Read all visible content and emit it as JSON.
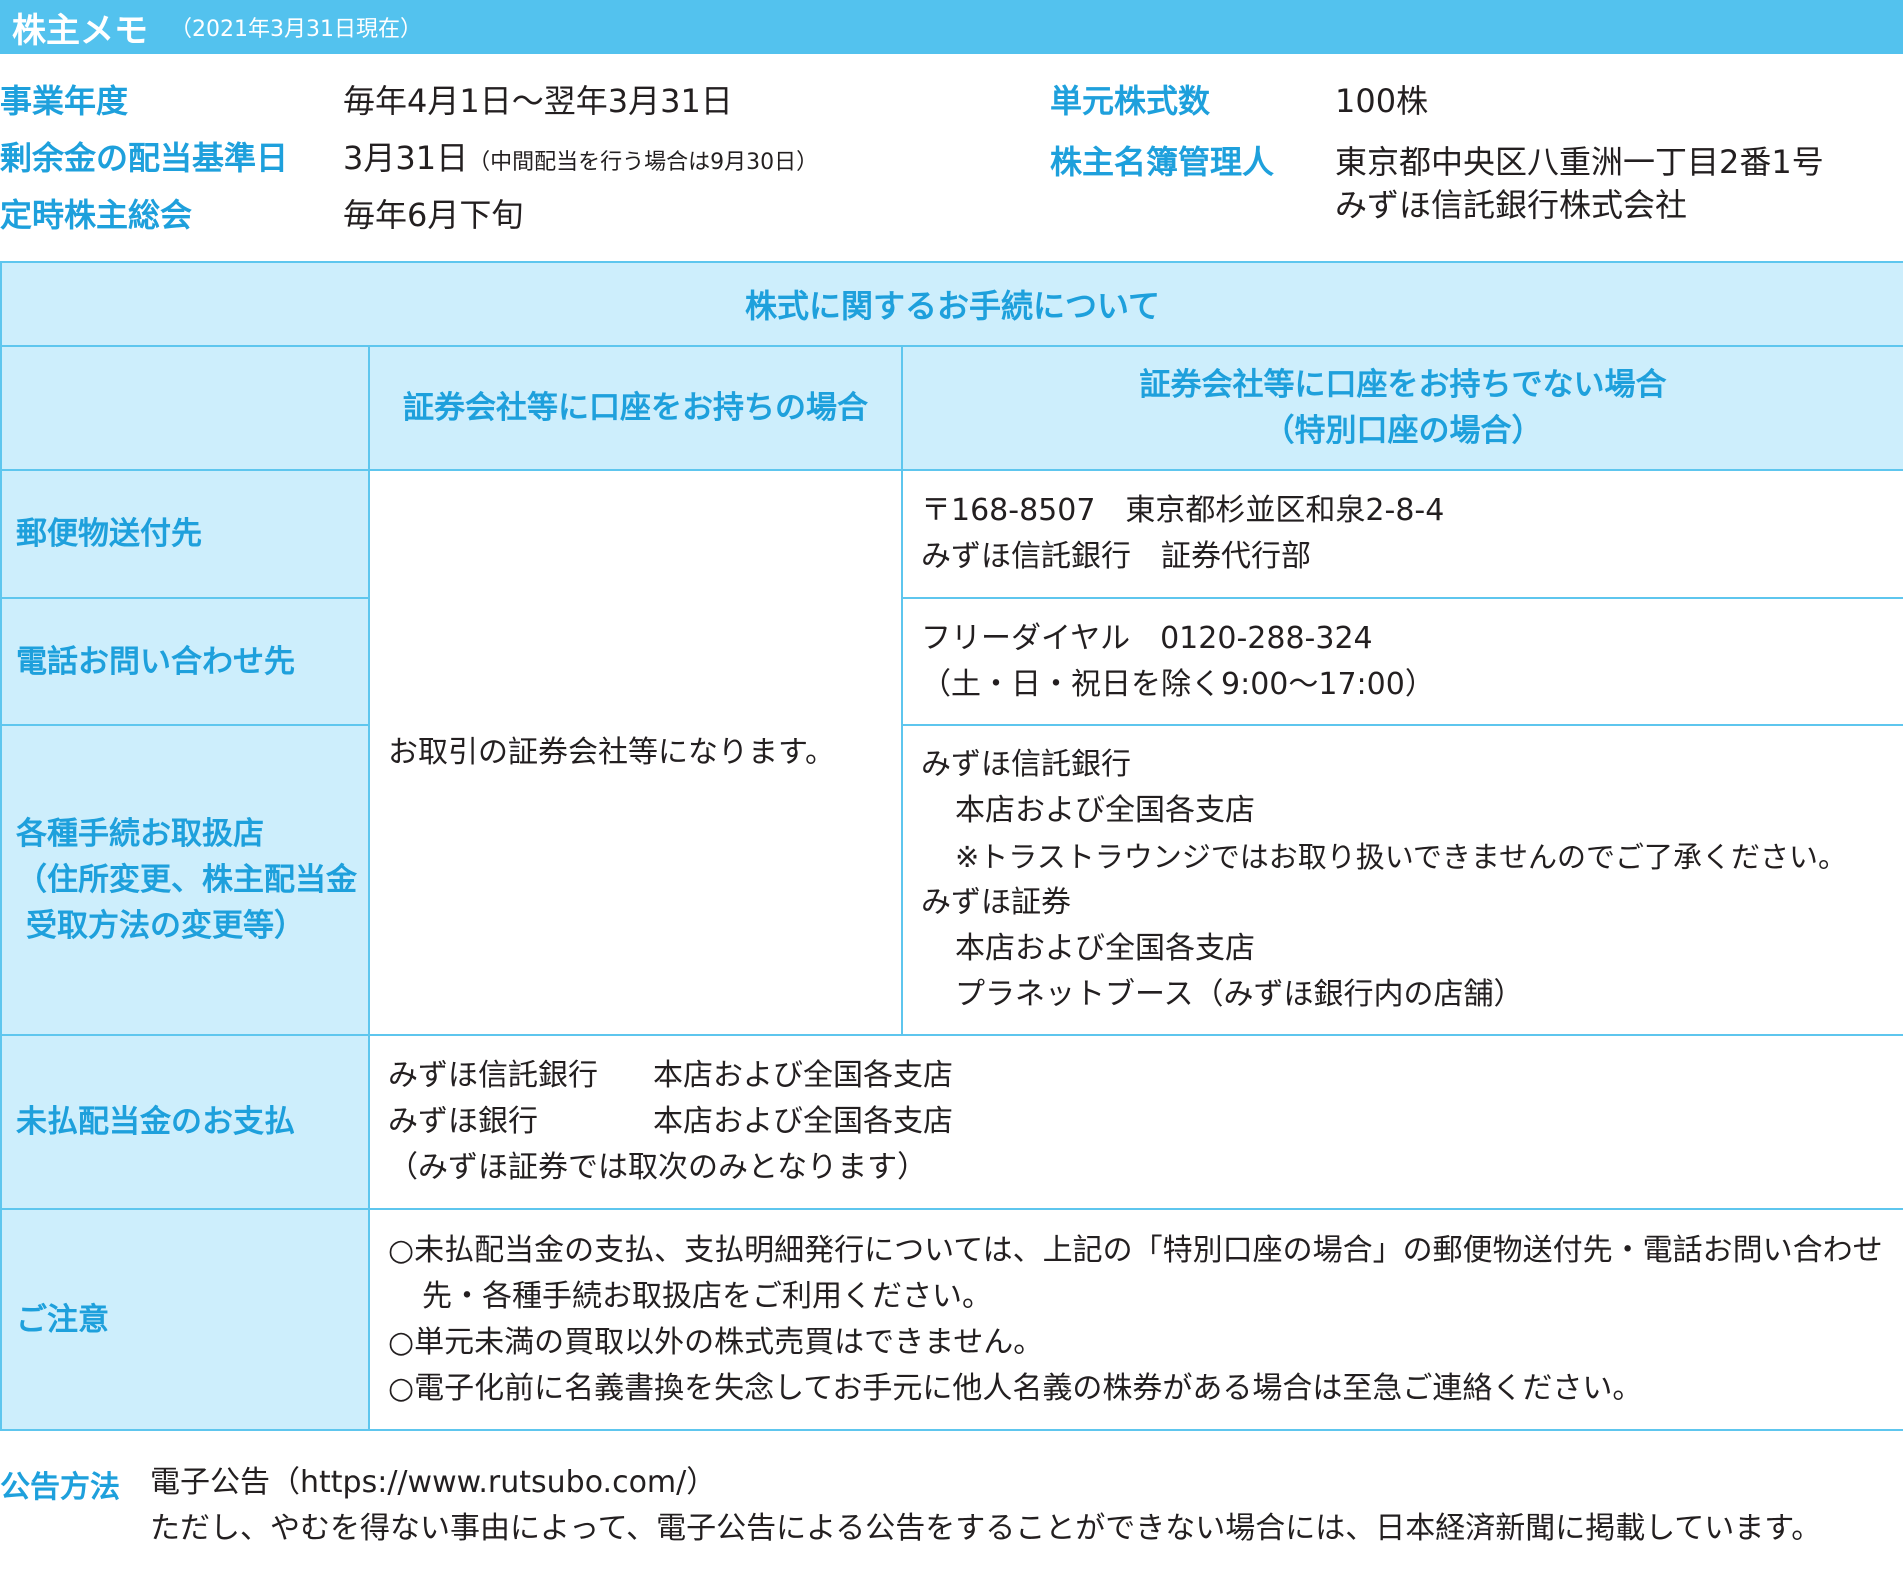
{
  "header": {
    "title": "株主メモ",
    "as_of": "（2021年3月31日現在）"
  },
  "info_left": [
    {
      "label": "事業年度",
      "value": "毎年4月1日〜翌年3月31日",
      "note": ""
    },
    {
      "label": "剰余金の配当基準日",
      "value": "3月31日",
      "note": "（中間配当を行う場合は9月30日）"
    },
    {
      "label": "定時株主総会",
      "value": "毎年6月下旬",
      "note": ""
    }
  ],
  "info_right": {
    "unit_label": "単元株式数",
    "unit_value": "100株",
    "registrar_label": "株主名簿管理人",
    "registrar_line1": "東京都中央区八重洲一丁目2番1号",
    "registrar_line2": "みずほ信託銀行株式会社"
  },
  "table": {
    "caption": "株式に関するお手続について",
    "col_a": "証券会社等に口座をお持ちの場合",
    "col_b_line1": "証券会社等に口座をお持ちでない場合",
    "col_b_line2": "（特別口座の場合）",
    "col_a_shared": "お取引の証券会社等になります。",
    "rows": {
      "mail": {
        "label": "郵便物送付先",
        "line1": "〒168-8507　東京都杉並区和泉2-8-4",
        "line2": "みずほ信託銀行　証券代行部"
      },
      "phone": {
        "label": "電話お問い合わせ先",
        "line1": "フリーダイヤル　0120-288-324",
        "line2": "（土・日・祝日を除く9:00〜17:00）"
      },
      "branches": {
        "label_line1": "各種手続お取扱店",
        "label_line2": "（住所変更、株主配当金",
        "label_line3": "受取方法の変更等）",
        "line1": "みずほ信託銀行",
        "line2": "本店および全国各支店",
        "line3": "※トラストラウンジではお取り扱いできませんのでご了承ください。",
        "line4": "みずほ証券",
        "line5": "本店および全国各支店",
        "line6": "プラネットブース（みずほ銀行内の店舗）"
      },
      "unpaid": {
        "label": "未払配当金のお支払",
        "line1a": "みずほ信託銀行",
        "line1b": "本店および全国各支店",
        "line2a": "みずほ銀行",
        "line2b": "本店および全国各支店",
        "line3": "（みずほ証券では取次のみとなります）"
      },
      "notes": {
        "label": "ご注意",
        "line1": "○未払配当金の支払、支払明細発行については、上記の「特別口座の場合」の郵便物送付先・電話お問い合わせ先・各種手続お取扱店をご利用ください。",
        "line2": "○単元未満の買取以外の株式売買はできません。",
        "line3": "○電子化前に名義書換を失念してお手元に他人名義の株券がある場合は至急ご連絡ください。"
      }
    }
  },
  "footer": {
    "label": "公告方法",
    "line1": "電子公告（https://www.rutsubo.com/）",
    "line2": "ただし、やむを得ない事由によって、電子公告による公告をすることができない場合には、日本経済新聞に掲載しています。"
  }
}
